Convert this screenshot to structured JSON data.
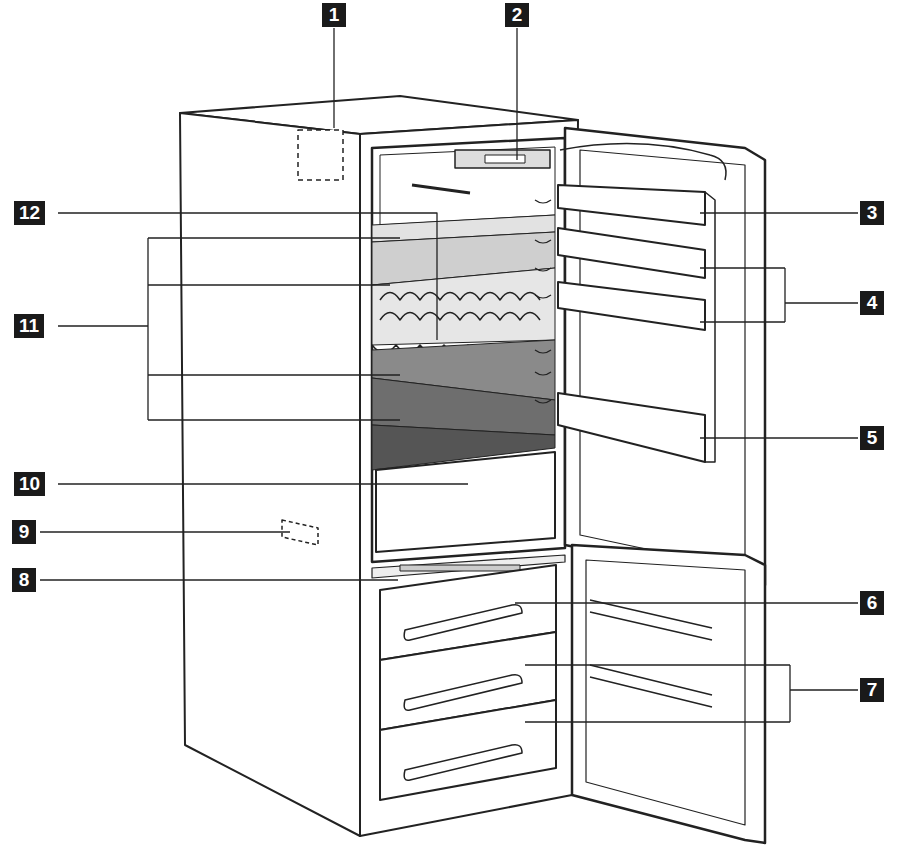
{
  "diagram": {
    "labels": [
      "1",
      "2",
      "12",
      "3",
      "11",
      "4",
      "5",
      "10",
      "9",
      "8",
      "6",
      "7"
    ]
  }
}
